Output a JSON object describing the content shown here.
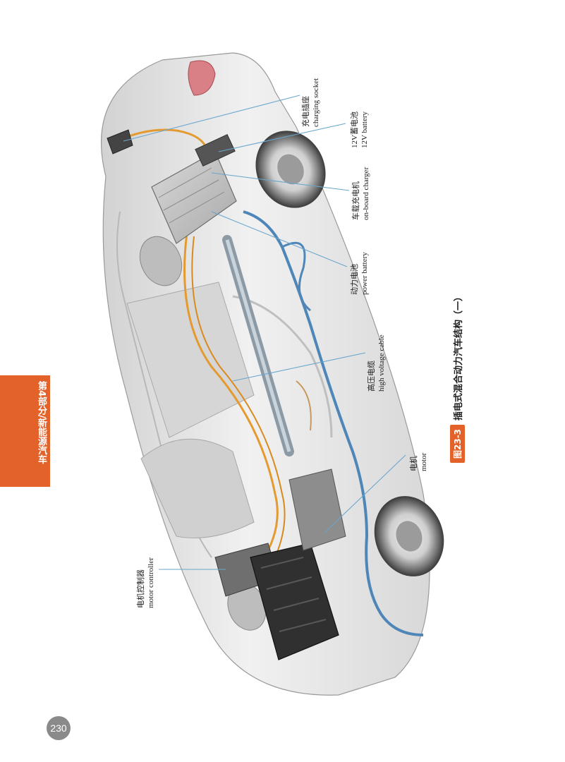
{
  "side_tab": {
    "text": "第4部分/新能源汽车"
  },
  "page_number": "230",
  "figure": {
    "tag": "图23-3",
    "title": "插电式混合动力汽车结构（一）"
  },
  "labels": [
    {
      "id": "charging-socket",
      "cn": "充电插座",
      "en": "charging socket"
    },
    {
      "id": "12v-battery",
      "cn": "12V蓄电池",
      "en": "12V battery"
    },
    {
      "id": "on-board-charger",
      "cn": "车载充电机",
      "en": "on-board charger"
    },
    {
      "id": "power-battery",
      "cn": "动力电池",
      "en": "power battery"
    },
    {
      "id": "high-voltage-cable",
      "cn": "高压电缆",
      "en": "high voltage cable"
    },
    {
      "id": "motor",
      "cn": "电机",
      "en": "motor"
    },
    {
      "id": "motor-controller",
      "cn": "电机控制器",
      "en": "motor controller"
    }
  ],
  "colors": {
    "accent_orange": "#e3622a",
    "leader_line": "#6aa6cc",
    "hv_cable": "#e49a2e",
    "coolant_hose": "#4f86b8",
    "car_body": "#e6e6e6"
  }
}
